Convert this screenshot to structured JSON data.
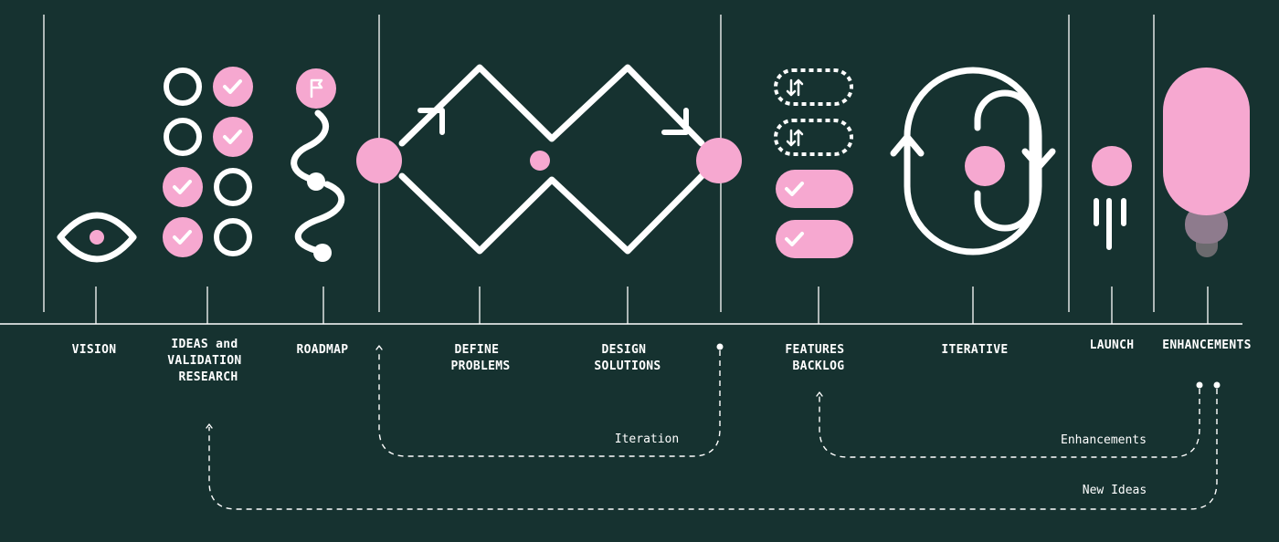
{
  "colors": {
    "background": "#163230",
    "accent": "#f6a8d0",
    "line": "#ffffff"
  },
  "stages": [
    {
      "id": "vision",
      "lines": [
        "VISION"
      ],
      "icon": "eye-icon"
    },
    {
      "id": "ideas",
      "lines": [
        "IDEAS and",
        "VALIDATION",
        "RESEARCH"
      ],
      "icon": "checklist-icon"
    },
    {
      "id": "roadmap",
      "lines": [
        "ROADMAP"
      ],
      "icon": "roadmap-path-icon"
    },
    {
      "id": "define",
      "lines": [
        "DEFINE",
        "PROBLEMS"
      ],
      "icon": "double-diamond-icon"
    },
    {
      "id": "design",
      "lines": [
        "DESIGN",
        "SOLUTIONS"
      ],
      "icon": "double-diamond-icon"
    },
    {
      "id": "features",
      "lines": [
        "FEATURES",
        "BACKLOG"
      ],
      "icon": "backlog-pills-icon"
    },
    {
      "id": "iterative",
      "lines": [
        "ITERATIVE"
      ],
      "icon": "loop-icon"
    },
    {
      "id": "launch",
      "lines": [
        "LAUNCH"
      ],
      "icon": "rocket-launch-icon"
    },
    {
      "id": "enhancements",
      "lines": [
        "ENHANCEMENTS"
      ],
      "icon": "capsule-icon"
    }
  ],
  "loops": {
    "iteration": "Iteration",
    "enhancements": "Enhancements",
    "new_ideas": "New Ideas"
  }
}
